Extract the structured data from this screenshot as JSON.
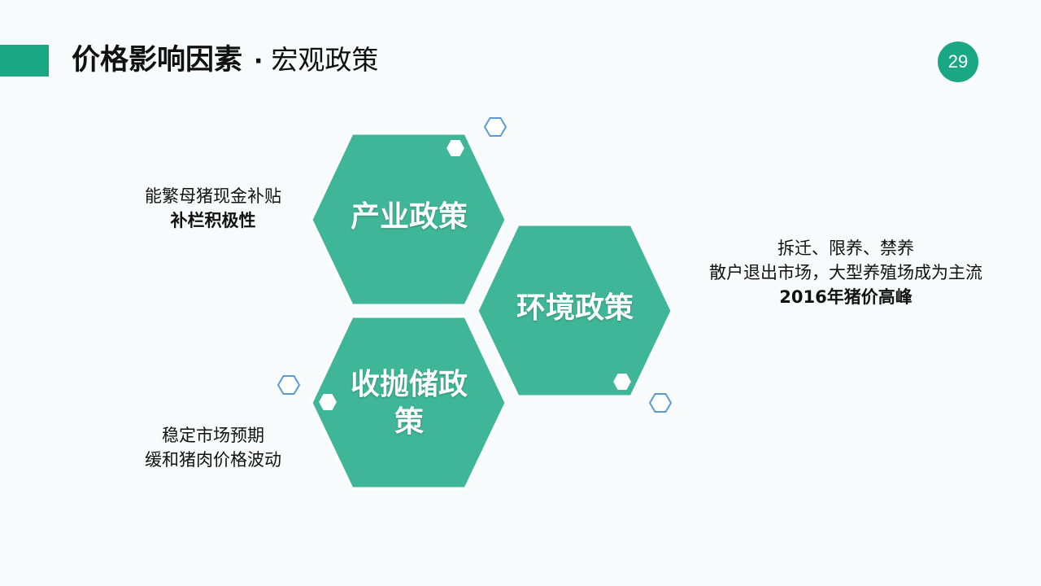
{
  "header": {
    "title_main": "价格影响因素",
    "title_separator": "·",
    "title_sub": "宏观政策",
    "page_number": "29"
  },
  "hexagons": [
    {
      "label_line1": "产业政策",
      "label_line2": ""
    },
    {
      "label_line1": "环境政策",
      "label_line2": ""
    },
    {
      "label_line1": "收抛储政",
      "label_line2": "策"
    }
  ],
  "notes": {
    "industry": {
      "line1": "能繁母猪现金补贴",
      "line2": "补栏积极性"
    },
    "environment": {
      "line1": "拆迁、限养、禁养",
      "line2": "散户退出市场，大型养殖场成为主流",
      "line3": "2016年猪价高峰"
    },
    "reserve": {
      "line1": "稳定市场预期",
      "line2": "缓和猪肉价格波动"
    }
  },
  "colors": {
    "accent": "#1aa784",
    "hexagon_fill": "#3fb697",
    "hexagon_stroke": "#ffffff",
    "small_hex_stroke": "#5b9bd5"
  }
}
